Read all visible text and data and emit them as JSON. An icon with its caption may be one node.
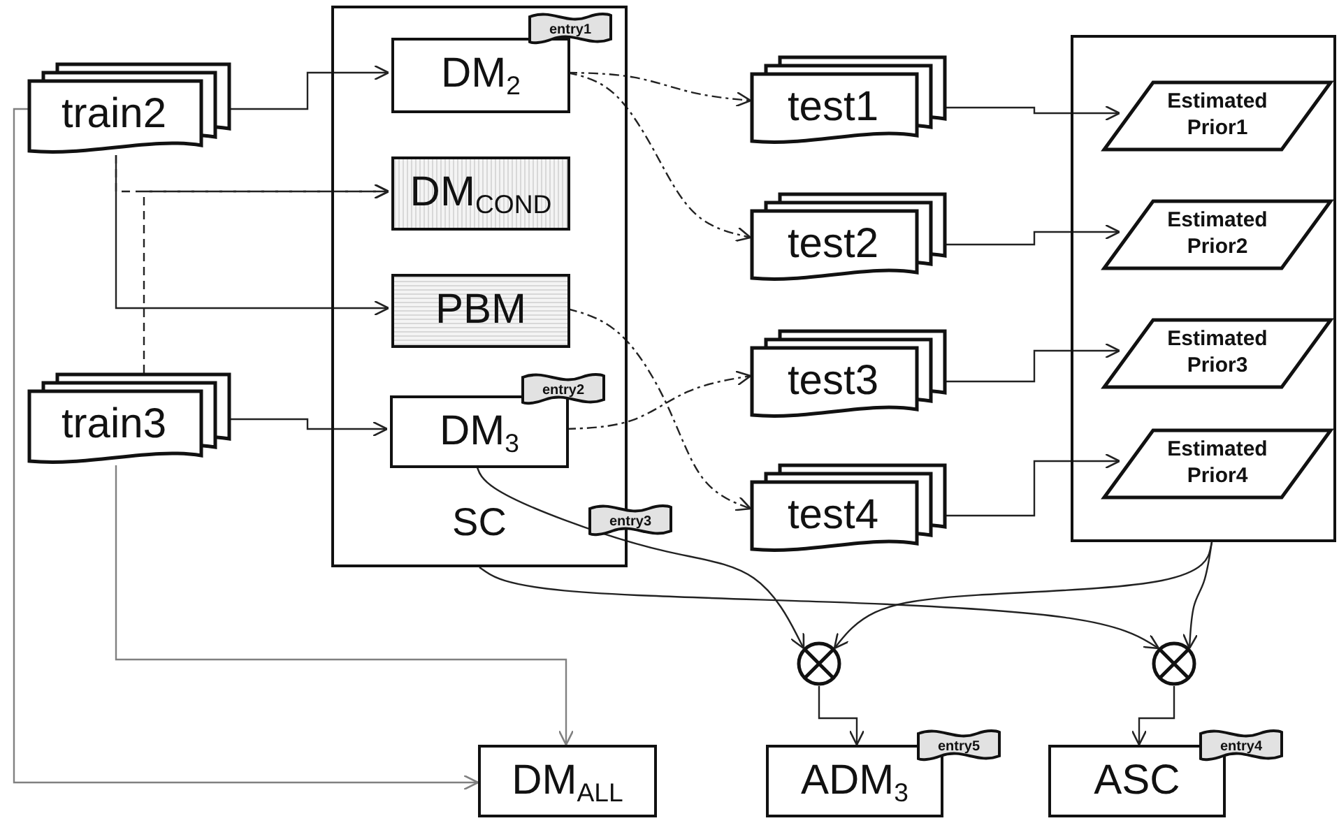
{
  "diagram": {
    "nodes": [
      {
        "text": [
          "train2"
        ]
      },
      {
        "text": [
          "train3"
        ]
      },
      {
        "text": [
          "SC"
        ],
        "beside": [
          "entry3"
        ]
      },
      {
        "text": [
          "DM$_{2}$"
        ],
        "in": 2,
        "beside": [
          "entry1"
        ]
      },
      {
        "text": [
          "DM$_{COND}$"
        ],
        "in": 2
      },
      {
        "text": [
          "PBM"
        ],
        "in": 2
      },
      {
        "text": [
          "DM$_{3}$"
        ],
        "in": 2,
        "beside": [
          "entry2"
        ]
      },
      {
        "text": [
          "test1"
        ]
      },
      {
        "text": [
          "test2"
        ]
      },
      {
        "text": [
          "test3"
        ]
      },
      {
        "text": [
          "test4"
        ]
      },
      {
        "text": [],
        "shape": "box"
      },
      {
        "text": [
          "Estimated Prior1"
        ],
        "in": 11
      },
      {
        "text": [
          "Estimated Prior2"
        ],
        "in": 11
      },
      {
        "text": [
          "Estimated Prior3"
        ],
        "in": 11
      },
      {
        "text": [
          "Estimated Prior4"
        ],
        "in": 11
      },
      {
        "text": [],
        "shape": "circle"
      },
      {
        "text": [],
        "shape": "circle"
      },
      {
        "text": [
          "DM$_{ALL}$"
        ]
      },
      {
        "text": [
          "ADM$_{3}$"
        ],
        "beside": [
          "entry5"
        ]
      },
      {
        "text": [
          "ASC"
        ],
        "beside": [
          "entry4"
        ]
      }
    ],
    "edges": [
      {
        "from": 0,
        "to": 3,
        "arrow": "to"
      },
      {
        "from": 0,
        "to": 4,
        "arrow": "to",
        "style": "dashed"
      },
      {
        "from": 1,
        "to": 4,
        "arrow": "to",
        "style": "dashed"
      },
      {
        "from": 0,
        "to": 5,
        "arrow": "to"
      },
      {
        "from": 1,
        "to": 6,
        "arrow": "to"
      },
      {
        "from": 1,
        "to": 18,
        "arrow": "to",
        "color": "#808080"
      },
      {
        "from": 0,
        "to": 18,
        "arrow": "to",
        "color": "#808080"
      },
      {
        "from": 3,
        "to": 7,
        "arrow": "to",
        "style": "dashed"
      },
      {
        "from": 3,
        "to": 8,
        "arrow": "to",
        "style": "dashed"
      },
      {
        "from": 5,
        "to": 10,
        "arrow": "to",
        "style": "dashed"
      },
      {
        "from": 6,
        "to": 9,
        "arrow": "to",
        "style": "dashed"
      },
      {
        "from": 7,
        "to": 12,
        "arrow": "to"
      },
      {
        "from": 8,
        "to": 13,
        "arrow": "to"
      },
      {
        "from": 9,
        "to": 14,
        "arrow": "to"
      },
      {
        "from": 10,
        "to": 15,
        "arrow": "to"
      },
      {
        "from": 6,
        "to": 16,
        "arrow": "to"
      },
      {
        "from": 2,
        "to": 17,
        "arrow": "to"
      },
      {
        "from": 11,
        "to": 16,
        "arrow": "to"
      },
      {
        "from": 11,
        "to": 17,
        "arrow": "to"
      },
      {
        "from": 16,
        "to": 19,
        "arrow": "to"
      },
      {
        "from": 17,
        "to": 20,
        "arrow": "to"
      }
    ]
  }
}
